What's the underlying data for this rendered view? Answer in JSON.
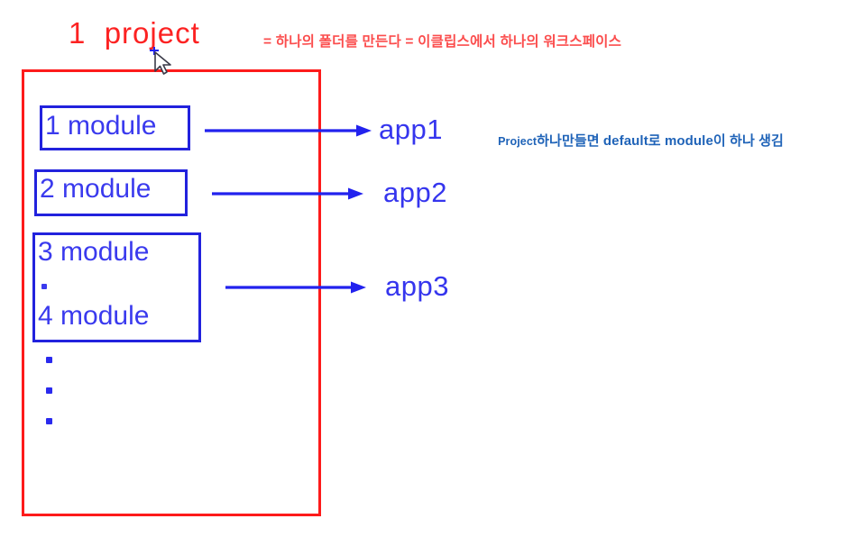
{
  "diagram": {
    "title": "1  project",
    "title_color": "#fc2222",
    "annotations": {
      "top_red": "= 하나의 폴더를 만든다 = 이클립스에서 하나의 워크스페이스",
      "top_red_color": "#fb4d4d",
      "right_blue_prefix": "Project",
      "right_blue_rest": "하나만들면 default로 module이 하나 생김",
      "right_blue_color": "#1f63b8"
    },
    "project_container": {
      "label": "project-container",
      "border_color": "#fd1b1b"
    },
    "modules": [
      {
        "label": "1 module",
        "box": "module-box-1"
      },
      {
        "label": "2 module",
        "box": "module-box-2"
      },
      {
        "label": "3 module",
        "box": "module-box-3"
      },
      {
        "label": "4 module",
        "box": "module-box-3"
      }
    ],
    "module_box_color": "#2222dd",
    "module_text_color": "#3a3aee",
    "ellipsis_dots": 3,
    "inner_ellipsis_dots": 1,
    "apps": [
      {
        "label": "app1"
      },
      {
        "label": "app2"
      },
      {
        "label": "app3"
      }
    ],
    "app_text_color": "#3535ee",
    "arrow_color": "#2222ee",
    "cursor": {
      "type": "arrow-pointer",
      "marker": "crosshair-plus"
    }
  }
}
